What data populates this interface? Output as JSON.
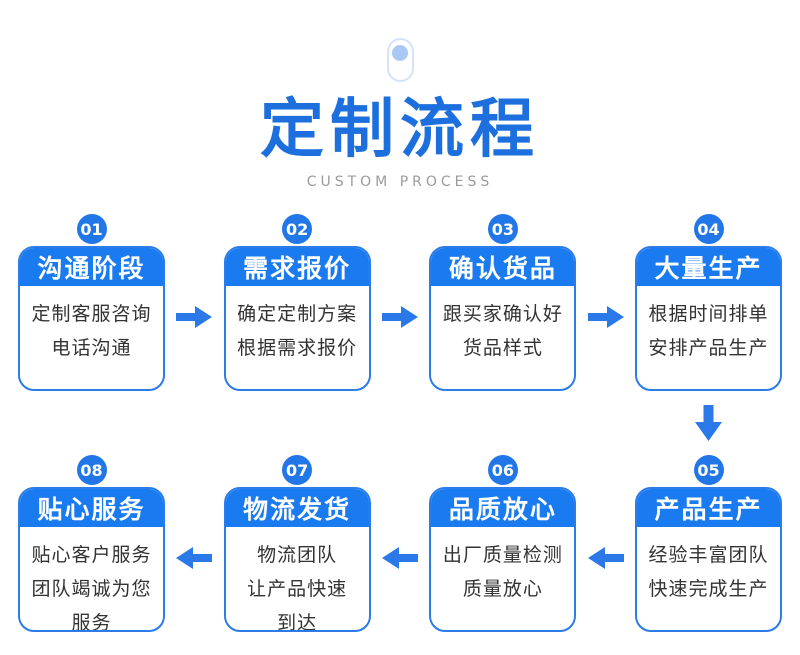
{
  "header": {
    "pill_icon": "scroll-pill-icon",
    "title": "定制流程",
    "subtitle": "CUSTOM PROCESS"
  },
  "colors": {
    "title_blue": "#1c6fdd",
    "subtitle_gray": "#9b9b9b",
    "header_blue": "#1a7bf0",
    "card_border_blue": "#2b7ce9",
    "badge_blue": "#2277e8",
    "arrow_blue": "#2b79e8",
    "body_text": "#333333",
    "pill_border": "#d4e3fa",
    "pill_dot": "#a9c8f2",
    "background": "#ffffff"
  },
  "flow": {
    "row1": {
      "arrow_direction": "right",
      "steps": [
        {
          "number": "01",
          "title": "沟通阶段",
          "body": "定制客服咨询\n电话沟通"
        },
        {
          "number": "02",
          "title": "需求报价",
          "body": "确定定制方案\n根据需求报价"
        },
        {
          "number": "03",
          "title": "确认货品",
          "body": "跟买家确认好\n货品样式"
        },
        {
          "number": "04",
          "title": "大量生产",
          "body": "根据时间排单\n安排产品生产"
        }
      ]
    },
    "connector": {
      "type": "down-arrow"
    },
    "row2": {
      "arrow_direction": "left",
      "steps": [
        {
          "number": "08",
          "title": "贴心服务",
          "body": "贴心客户服务\n团队竭诚为您\n服务"
        },
        {
          "number": "07",
          "title": "物流发货",
          "body": "物流团队\n让产品快速\n到达"
        },
        {
          "number": "06",
          "title": "品质放心",
          "body": "出厂质量检测\n质量放心"
        },
        {
          "number": "05",
          "title": "产品生产",
          "body": "经验丰富团队\n快速完成生产"
        }
      ]
    }
  }
}
